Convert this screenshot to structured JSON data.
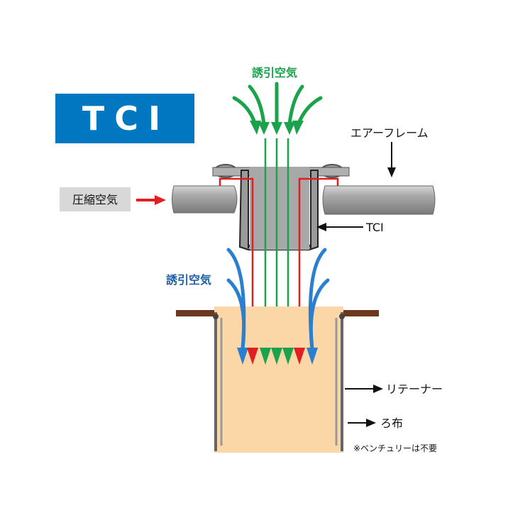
{
  "title": "TCI",
  "labels": {
    "induced_air_top": "誘引空気",
    "induced_air_side": "誘引空気",
    "compressed_air": "圧縮空気",
    "air_frame": "エアーフレーム",
    "tci": "TCI",
    "retainer": "リテーナー",
    "filter_cloth": "ろ布",
    "note": "※ベンチュリーは不要"
  },
  "colors": {
    "title_bg": "#0077c0",
    "green": "#1aa34a",
    "blue": "#2b7fcf",
    "red": "#e02020",
    "bag_fill": "#fbd7a8",
    "pipe": "#9a9a9a",
    "brown": "#6b3a1e"
  }
}
